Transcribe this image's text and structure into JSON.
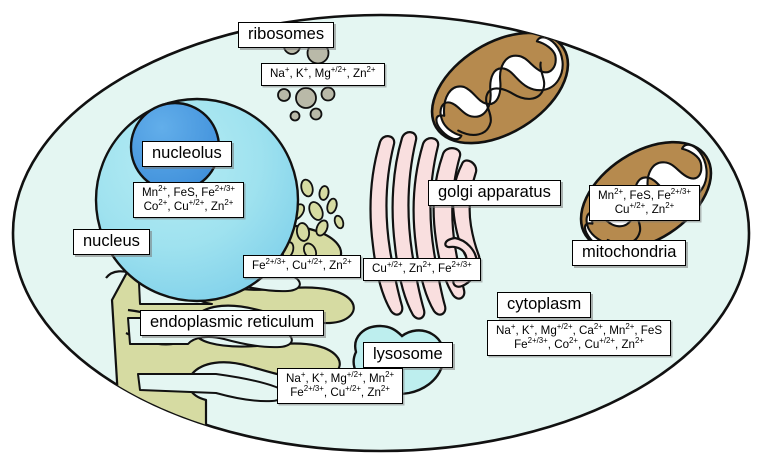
{
  "figure": {
    "title": "Eukaryotic cell metal ion distribution diagram",
    "background_color": "#ffffff",
    "cytoplasm_fill": "#e4f6f2",
    "outline_color": "#111111"
  },
  "organelles": {
    "ribosomes": {
      "label": "ribosomes",
      "ions_lines": [
        "Na+, K+, Mg+/2+, Zn2+"
      ],
      "ions_html": [
        "Na<sup>+</sup>, K<sup>+</sup>, Mg<sup>+/2+</sup>, Zn<sup>2+</sup>"
      ],
      "color": "#b9b9a8"
    },
    "nucleolus": {
      "label": "nucleolus",
      "color": "#4a9be0"
    },
    "nucleus": {
      "label": "nucleus",
      "ions_lines": [
        "Mn2+, FeS, Fe2+/3+",
        "Co2+, Cu+/2+, Zn2+"
      ],
      "ions_html": [
        "Mn<sup>2+</sup>, FeS, Fe<sup>2+/3+</sup>",
        "Co<sup>2+</sup>, Cu<sup>+/2+</sup>, Zn<sup>2+</sup>"
      ],
      "color": "#9fe2ef"
    },
    "endoplasmic_reticulum": {
      "label": "endoplasmic reticulum",
      "ions_lines": [
        "Fe2+/3+, Cu+/2+, Zn2+"
      ],
      "ions_html": [
        "Fe<sup>2+/3+</sup>, Cu<sup>+/2+</sup>, Zn<sup>2+</sup>"
      ],
      "color": "#d6dba2"
    },
    "golgi_apparatus": {
      "label": "golgi apparatus",
      "ions_lines": [
        "Cu+/2+, Zn2+, Fe2+/3+"
      ],
      "ions_html": [
        "Cu<sup>+/2+</sup>, Zn<sup>2+</sup>, Fe<sup>2+/3+</sup>"
      ],
      "color": "#f9dfdf"
    },
    "mitochondria": {
      "label": "mitochondria",
      "ions_lines": [
        "Mn2+, FeS, Fe2+/3+",
        "Cu+/2+, Zn2+"
      ],
      "ions_html": [
        "Mn<sup>2+</sup>, FeS, Fe<sup>2+/3+</sup>",
        "Cu<sup>+/2+</sup>, Zn<sup>2+</sup>"
      ],
      "color": "#b68a4e"
    },
    "cytoplasm": {
      "label": "cytoplasm",
      "ions_lines": [
        "Na+, K+, Mg+/2+, Ca2+, Mn2+, FeS",
        "Fe2+/3+, Co2+, Cu+/2+, Zn2+"
      ],
      "ions_html": [
        "Na<sup>+</sup>, K<sup>+</sup>, Mg<sup>+/2+</sup>, Ca<sup>2+</sup>, Mn<sup>2+</sup>, FeS",
        "Fe<sup>2+/3+</sup>, Co<sup>2+</sup>, Cu<sup>+/2+</sup>, Zn<sup>2+</sup>"
      ],
      "color": "#e4f6f2"
    },
    "lysosome": {
      "label": "lysosome",
      "ions_lines": [
        "Na+, K+, Mg+/2+, Mn2+",
        "Fe2+/3+, Cu+/2+, Zn2+"
      ],
      "ions_html": [
        "Na<sup>+</sup>, K<sup>+</sup>, Mg<sup>+/2+</sup>, Mn<sup>2+</sup>",
        "Fe<sup>2+/3+</sup>, Cu<sup>+/2+</sup>, Zn<sup>2+</sup>"
      ],
      "color": "#bdeeee"
    }
  }
}
